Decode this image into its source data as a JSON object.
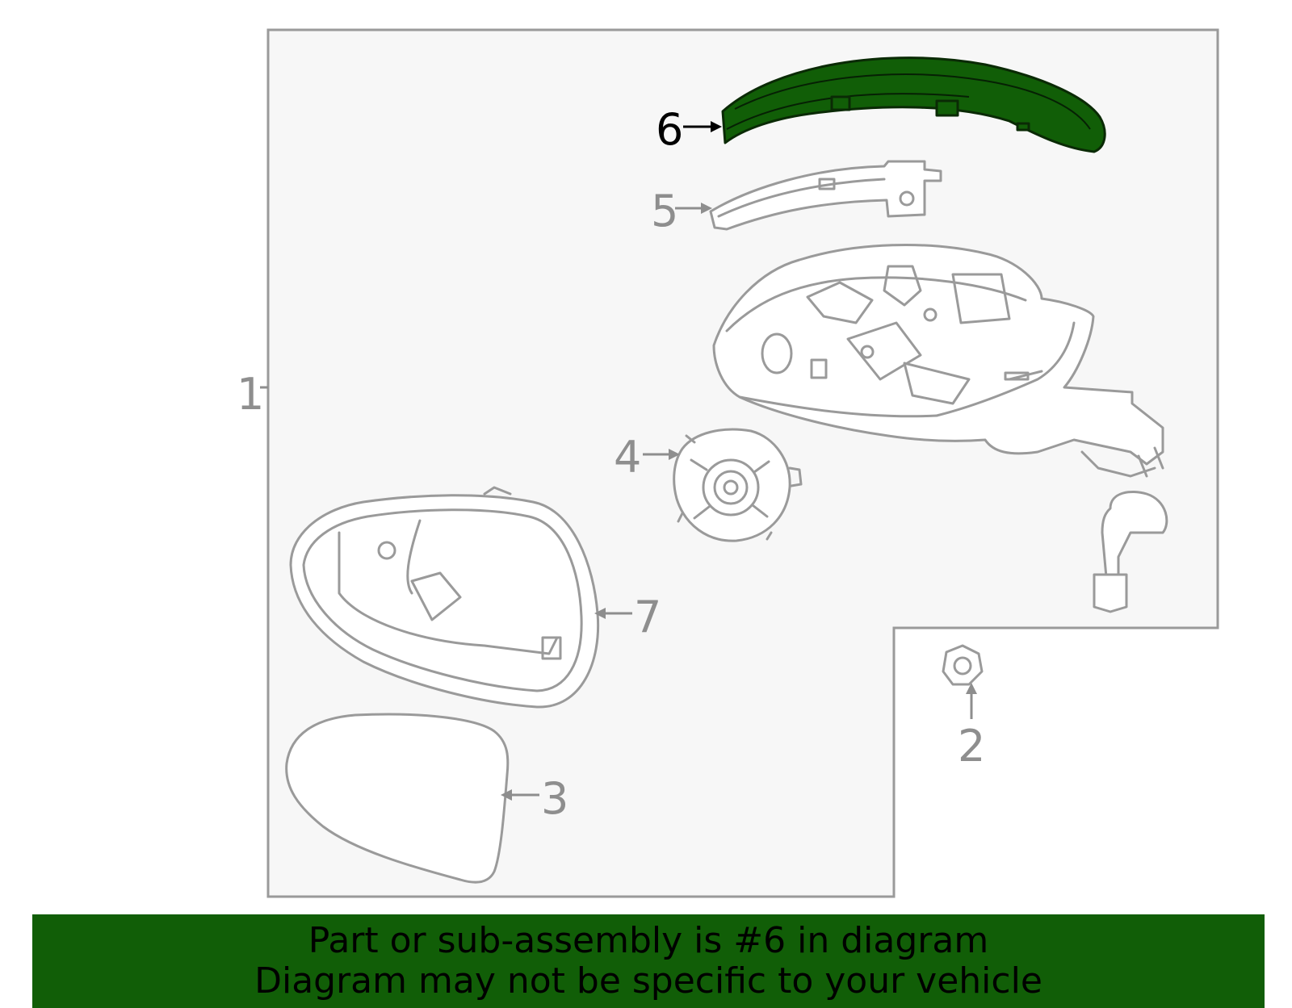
{
  "diagram": {
    "highlight_color": "#115e07",
    "callouts": [
      "1",
      "2",
      "3",
      "4",
      "5",
      "6",
      "7"
    ],
    "highlighted_callout": "6"
  },
  "banner": {
    "line1": "Part or sub-assembly is #6 in diagram",
    "line2": "Diagram may not be specific to your vehicle"
  }
}
